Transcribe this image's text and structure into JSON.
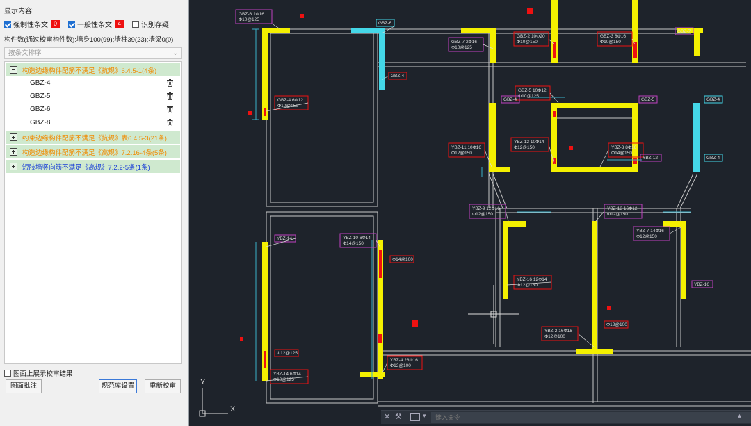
{
  "panel": {
    "title": "显示内容:",
    "checkboxes": [
      {
        "label": "强制性条文",
        "count": "0",
        "checked": true
      },
      {
        "label": "一般性条文",
        "count": "4",
        "checked": true
      },
      {
        "label": "识别存疑",
        "checked": false
      }
    ],
    "summary": "构件数(通过校审构件数):墙身100(99);墙柱39(23);墙梁0(0)",
    "sort_placeholder": "按条文排序",
    "groups": [
      {
        "label": "构造边缘构件配筋不满足《抗规》6.4.5-1(4条)",
        "expanded": true,
        "color": "orange",
        "items": [
          "GBZ-4",
          "GBZ-5",
          "GBZ-6",
          "GBZ-8"
        ]
      },
      {
        "label": "约束边缘构件配筋不满足《抗规》表6.4.5-3(21条)",
        "expanded": false,
        "color": "orange"
      },
      {
        "label": "构造边缘构件配筋不满足《高规》7.2.16-4条(5条)",
        "expanded": false,
        "color": "orange"
      },
      {
        "label": "短肢墙竖向筋不满足《高规》7.2.2-5条(1条)",
        "expanded": false,
        "color": "blue"
      }
    ],
    "show_on_drawing": "图面上展示校审结果",
    "buttons": {
      "annotate": "图面批注",
      "rules": "规范库设置",
      "recheck": "重新校审"
    }
  },
  "cad": {
    "command_placeholder": "键入命令",
    "axis_y": "Y",
    "axis_x": "X",
    "labels": [
      {
        "name": "GBZ-6",
        "text": "GBZ-6  1Φ16\nΦ10@125"
      },
      {
        "name": "GBZ-6b",
        "text": "GBZ-6"
      },
      {
        "name": "GBZ-4a",
        "text": "GBZ-4"
      },
      {
        "name": "GBZ-4b",
        "text": "GBZ-4  6Φ12\nΦ10@150"
      },
      {
        "name": "GBZ-7a",
        "text": "GBZ-7  2Φ16\nΦ10@125"
      },
      {
        "name": "GBZ-2a",
        "text": "GBZ-2  10Φ20\nΦ10@150"
      },
      {
        "name": "GBZ-3a",
        "text": "GBZ-3  8Φ16\nΦ10@150"
      },
      {
        "name": "GBZ-7b",
        "text": "GBZ-7"
      },
      {
        "name": "GBZ-5a",
        "text": "GBZ-5  10Φ12\nΦ10@125"
      },
      {
        "name": "GBZ-4c",
        "text": "GBZ-4"
      },
      {
        "name": "GBZ-5b",
        "text": "GBZ-5"
      },
      {
        "name": "GBZ-4d",
        "text": "GBZ-4"
      },
      {
        "name": "GBZ-4e",
        "text": "GBZ-4"
      },
      {
        "name": "YBZ-11",
        "text": "YBZ-11  10Φ16\nΦ12@150"
      },
      {
        "name": "YBZ-12",
        "text": "YBZ-12  10Φ14\nΦ12@150"
      },
      {
        "name": "YBZ-3",
        "text": "YBZ-3  8Φ16\nΦ14@150"
      },
      {
        "name": "YBZ-12b",
        "text": "YBZ-12"
      },
      {
        "name": "YBZ-9",
        "text": "YBZ-9  12Φ16\nΦ12@150"
      },
      {
        "name": "YBZ-13",
        "text": "YBZ-13  16Φ12\nΦ12@150"
      },
      {
        "name": "YBZ-7",
        "text": "YBZ-7  14Φ16\nΦ12@150"
      },
      {
        "name": "YBZ-14",
        "text": "YBZ-14"
      },
      {
        "name": "YBZ-10",
        "text": "YBZ-10  6Φ14\nΦ14@150"
      },
      {
        "name": "YBZ-16",
        "text": "YBZ-16  12Φ14\nΦ12@150"
      },
      {
        "name": "YBZ-16b",
        "text": "YBZ-16"
      },
      {
        "name": "YBZ-2",
        "text": "YBZ-2  16Φ16\nΦ12@100"
      },
      {
        "name": "YBZ-4",
        "text": "YBZ-4  28Φ16\nΦ12@100"
      },
      {
        "name": "YBZ-14b",
        "text": "YBZ-14  6Φ14\nΦ10@125"
      },
      {
        "name": "n1",
        "text": "Φ14@100"
      },
      {
        "name": "n2",
        "text": "Φ12@125"
      },
      {
        "name": "n3",
        "text": "Φ12@100"
      }
    ],
    "colors": {
      "bg": "#1e232b",
      "wall": "#c8c8c8",
      "column": "#f4f000",
      "cyan": "#44d7e8",
      "red": "#e11",
      "magenta": "#c040c0"
    }
  }
}
